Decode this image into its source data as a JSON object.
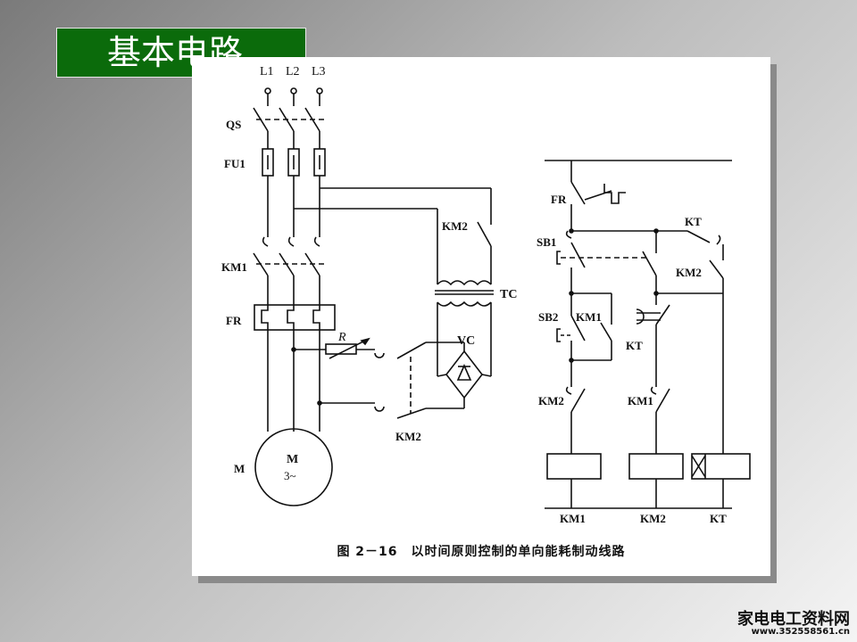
{
  "slide": {
    "title": "基本电路"
  },
  "diagram": {
    "phases": [
      "L1",
      "L2",
      "L3"
    ],
    "labels": {
      "qs": "QS",
      "fu1": "FU1",
      "km1_main": "KM1",
      "fr_main": "FR",
      "motor": "M",
      "motor_symbol": "M",
      "motor_phase": "3~",
      "km2_top": "KM2",
      "tc": "TC",
      "vc": "VC",
      "resistor": "R",
      "km2_bottom": "KM2",
      "fr_ctrl": "FR",
      "sb1": "SB1",
      "kt_contact": "KT",
      "km2_hold": "KM2",
      "sb2": "SB2",
      "km1_hold": "KM1",
      "kt_timer": "KT",
      "km2_interlock": "KM2",
      "km1_interlock": "KM1",
      "coil_km1": "KM1",
      "coil_km2": "KM2",
      "coil_kt": "KT"
    },
    "caption": "图 2－16　以时间原则控制的单向能耗制动线路"
  },
  "watermark": {
    "line1": "家电电工资料网",
    "line2": "www.352558561.cn"
  }
}
